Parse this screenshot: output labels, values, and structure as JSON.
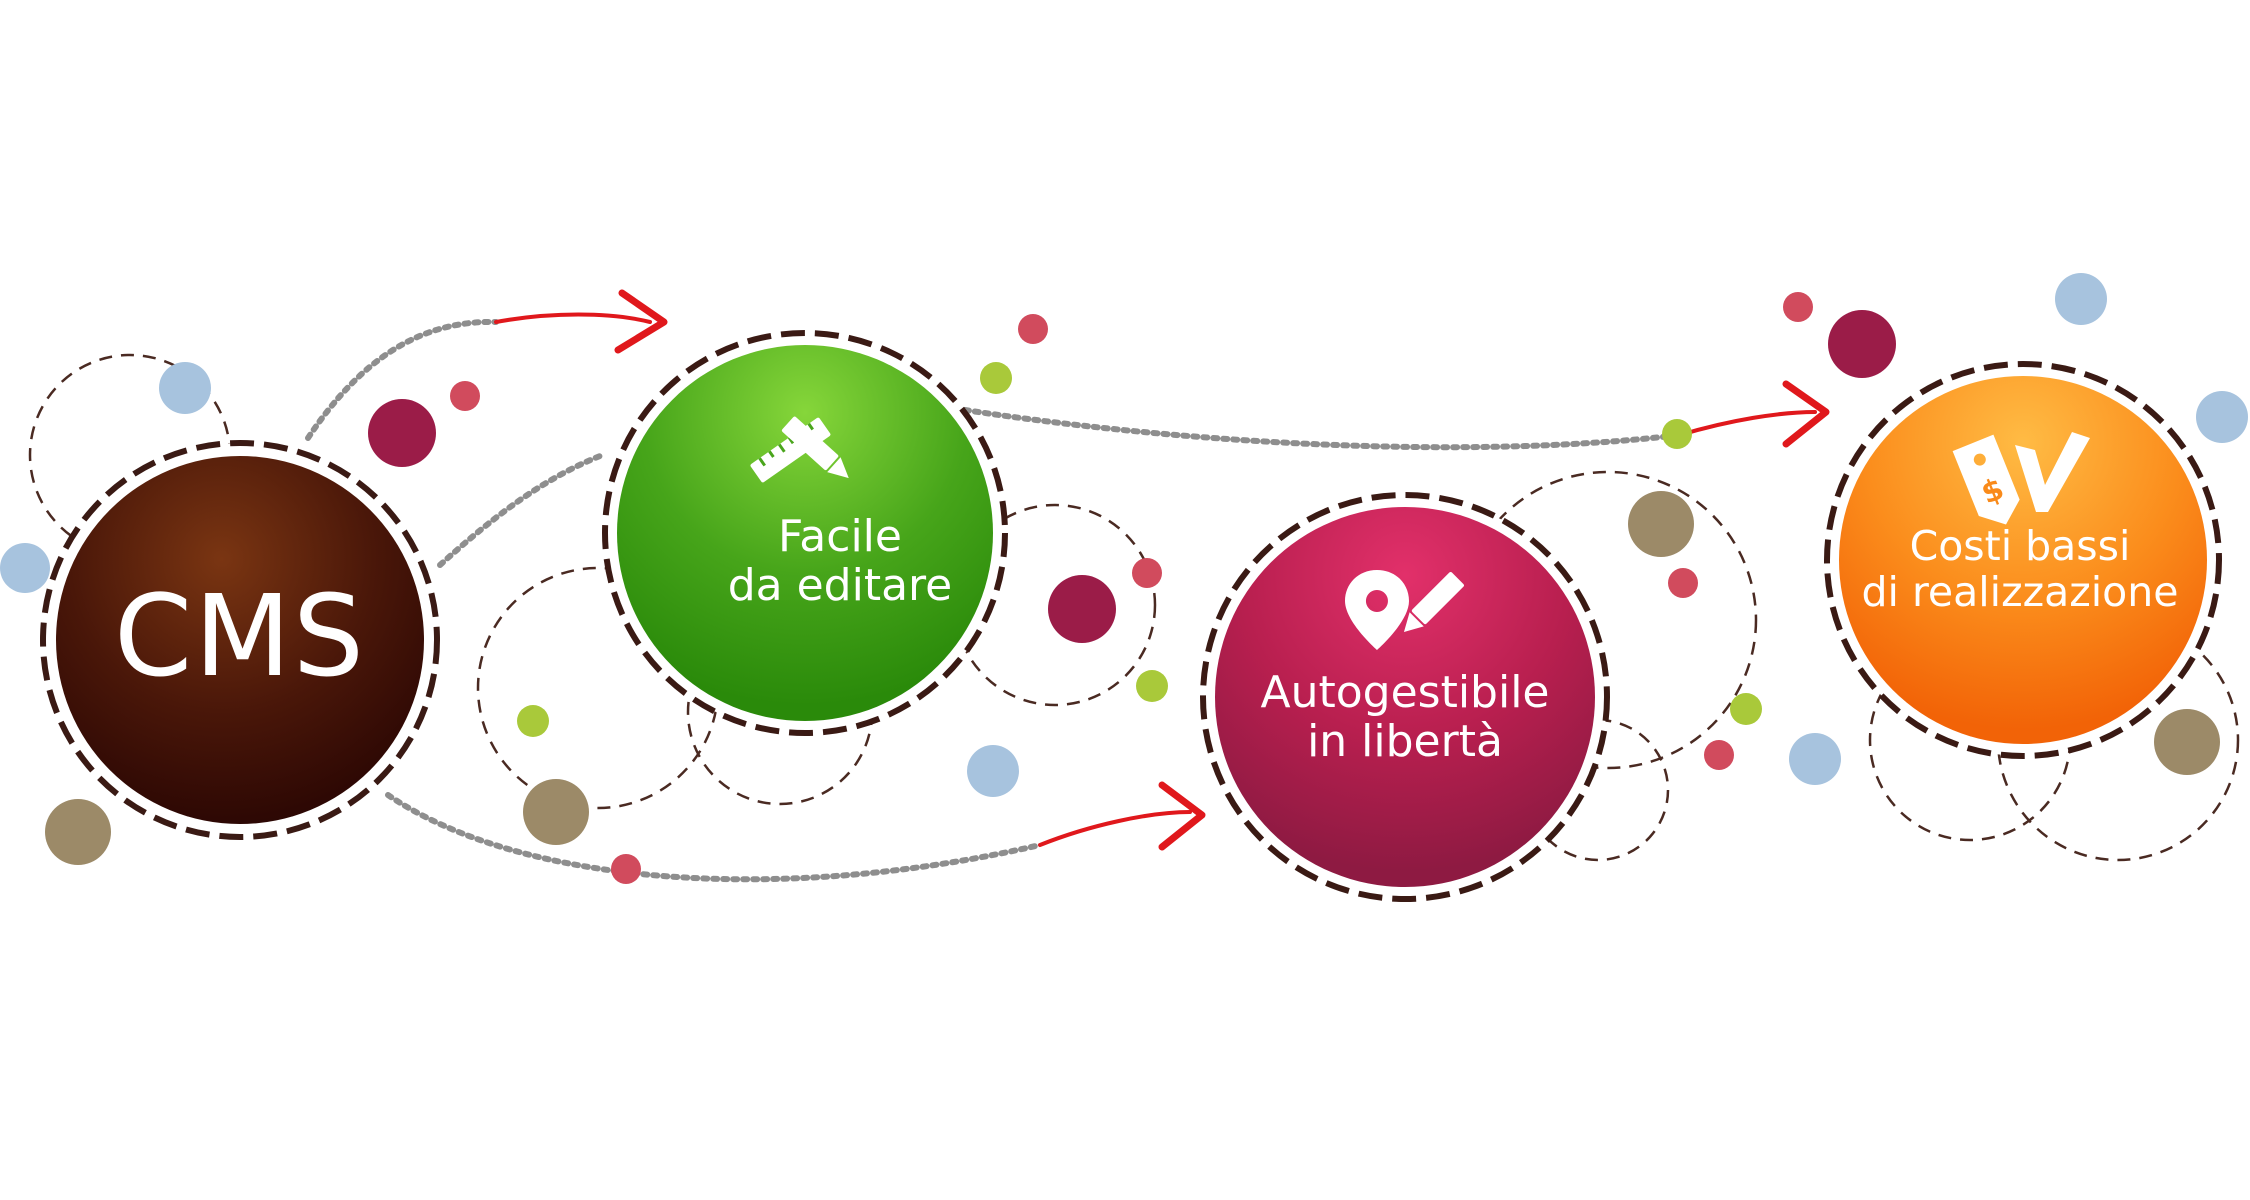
{
  "nodes": {
    "cms": {
      "title": "CMS",
      "color": "#4a1a10"
    },
    "facile": {
      "line1": "Facile",
      "line2": "da editare",
      "icon": "ruler-pencil-icon",
      "color": "#3f9a16"
    },
    "autogestibile": {
      "line1": "Autogestibile",
      "line2": "in libertà",
      "icon": "map-pin-pencil-icon",
      "color": "#b4204e"
    },
    "costi": {
      "line1": "Costi bassi",
      "line2": "di realizzazione",
      "icon": "price-tag-check-icon",
      "color": "#f7760f"
    }
  },
  "connector_color": "#e0181c"
}
